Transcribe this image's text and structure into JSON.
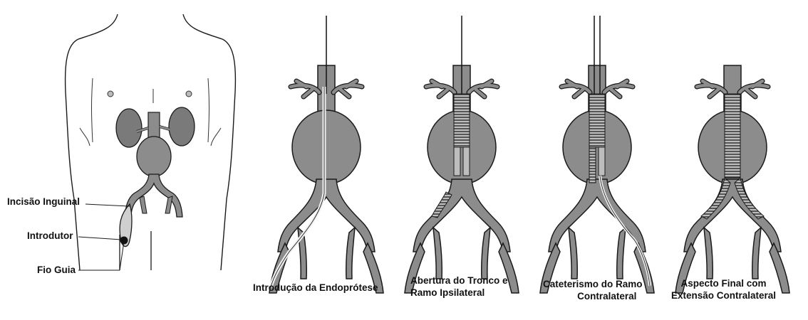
{
  "labels": {
    "incision": "Incisão Inguinal",
    "introducer": "Introdutor",
    "guidewire": "Fio Guia"
  },
  "steps": [
    {
      "line1": "Introdução da Endoprótese",
      "line2": ""
    },
    {
      "line1": "Abertura do Tronco e",
      "line2": "Ramo Ipsilateral"
    },
    {
      "line1": "Cateterismo do Ramo",
      "line2": "Contralateral"
    },
    {
      "line1": "Aspecto Final com",
      "line2": "Extensão Contralateral"
    }
  ],
  "colors": {
    "vessel_fill": "#8c8c8c",
    "vessel_stroke": "#1a1a1a",
    "kidney_fill": "#7a7a7a",
    "stent_hatch": "#2a2a2a"
  }
}
